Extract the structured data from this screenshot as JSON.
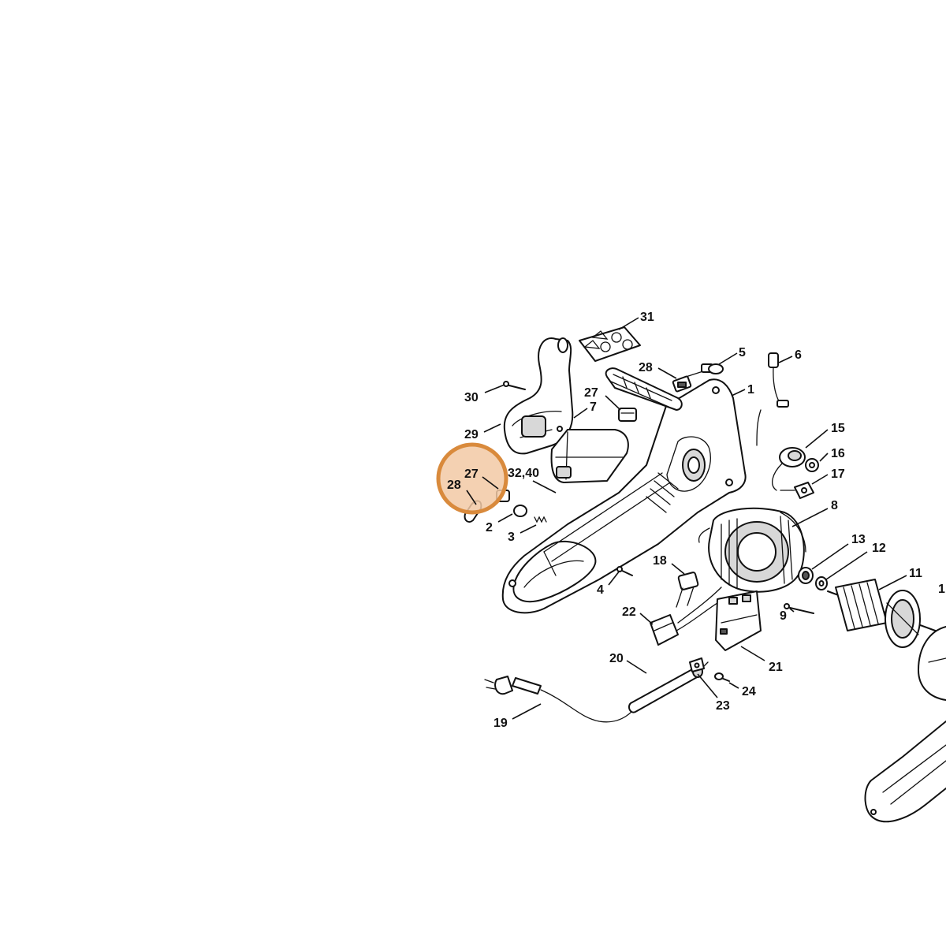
{
  "labels": {
    "p1": "1",
    "p2": "2",
    "p3": "3",
    "p4": "4",
    "p5": "5",
    "p6": "6",
    "p7": "7",
    "p8": "8",
    "p9": "9",
    "p11": "11",
    "p12": "12",
    "p13": "13",
    "p15": "15",
    "p16": "16",
    "p17": "17",
    "p18": "18",
    "p19": "19",
    "p20": "20",
    "p21": "21",
    "p22": "22",
    "p23": "23",
    "p24": "24",
    "p27a": "27",
    "p27b": "27",
    "p28a": "28",
    "p28b": "28",
    "p29": "29",
    "p30": "30",
    "p31": "31",
    "p32_40": "32,40",
    "p1_cut": "1"
  },
  "colors": {
    "highlight_fill": "#f2c9a4",
    "highlight_stroke": "#d98a3c",
    "line": "#111111",
    "background": "#ffffff"
  }
}
